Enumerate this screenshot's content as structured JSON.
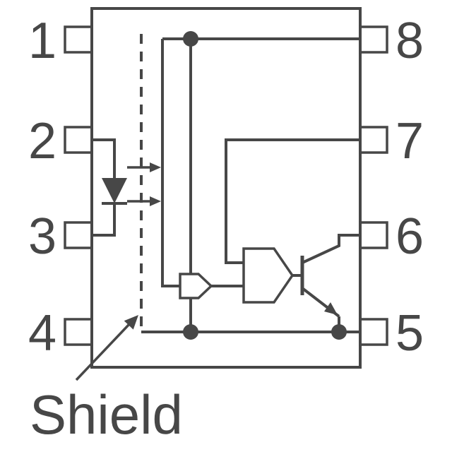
{
  "diagram": {
    "type": "optocoupler-internal-schematic",
    "package_pins": {
      "left": [
        {
          "number": "1"
        },
        {
          "number": "2"
        },
        {
          "number": "3"
        },
        {
          "number": "4"
        }
      ],
      "right": [
        {
          "number": "8"
        },
        {
          "number": "7"
        },
        {
          "number": "6"
        },
        {
          "number": "5"
        }
      ]
    },
    "labels": {
      "shield": "Shield"
    },
    "components": [
      "input-led",
      "light-emission-arrows",
      "internal-shield-dashed-line",
      "photodiode",
      "gate",
      "output-transistor",
      "junction-dots"
    ],
    "colors": {
      "line": "#474747",
      "background": "#ffffff"
    }
  }
}
